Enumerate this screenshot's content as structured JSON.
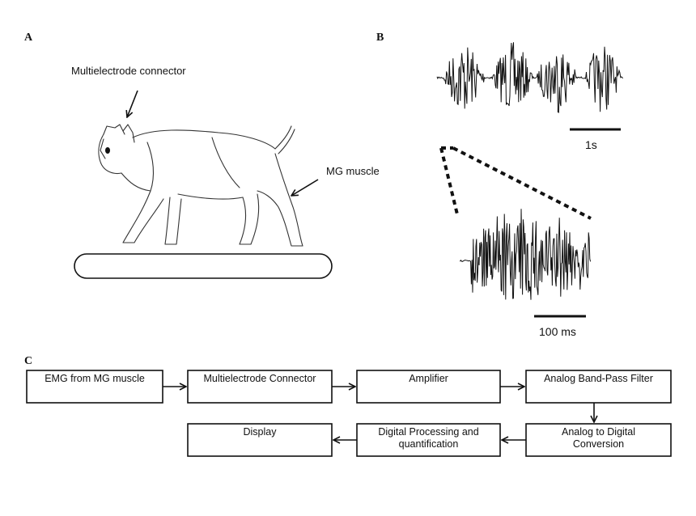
{
  "panels": {
    "a_label": "A",
    "b_label": "B",
    "c_label": "C"
  },
  "panel_a": {
    "connector_label": "Multielectrode connector",
    "muscle_label": "MG muscle"
  },
  "panel_b": {
    "scale_top": "1s",
    "scale_bottom": "100 ms"
  },
  "panel_c": {
    "boxes": [
      {
        "lines": [
          "EMG from MG muscle"
        ]
      },
      {
        "lines": [
          "Multielectrode Connector"
        ]
      },
      {
        "lines": [
          "Amplifier"
        ]
      },
      {
        "lines": [
          "Analog Band-Pass Filter"
        ]
      },
      {
        "lines": [
          "Analog to Digital",
          "Conversion"
        ]
      },
      {
        "lines": [
          "Digital Processing and",
          "quantification"
        ]
      },
      {
        "lines": [
          "Display"
        ]
      }
    ]
  }
}
